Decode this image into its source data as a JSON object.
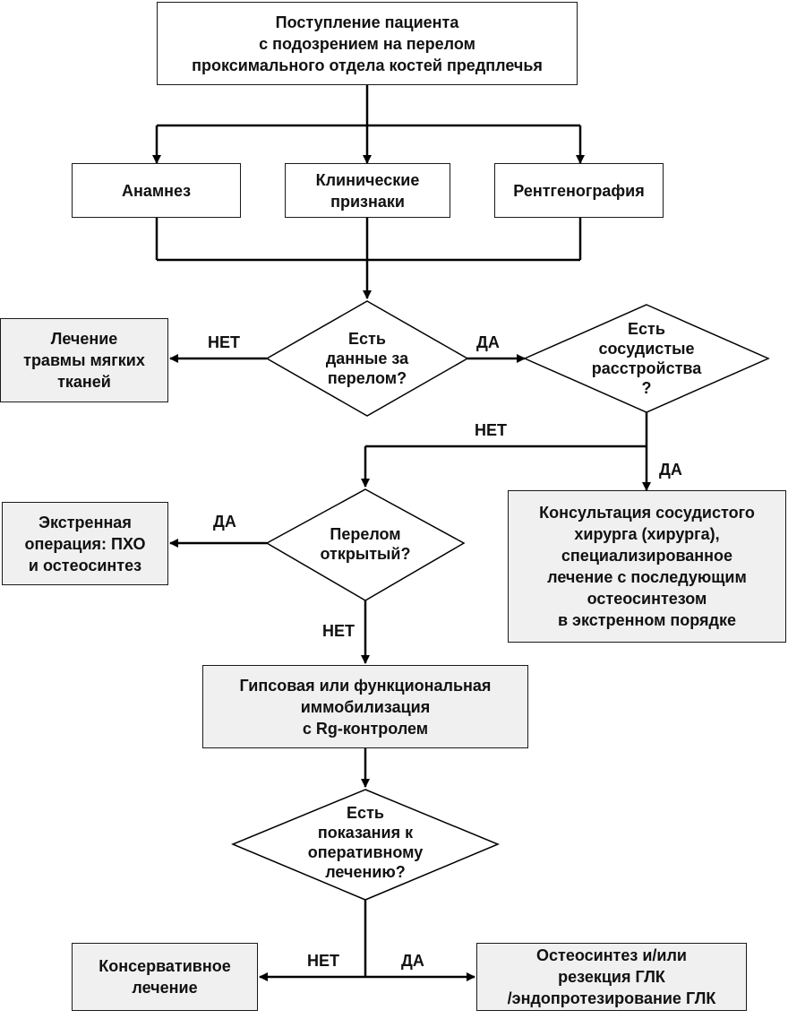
{
  "nodes": {
    "start": "Поступление пациента\nс подозрением на перелом\nпроксимального отдела костей предплечья",
    "anamnesis": "Анамнез",
    "clinical": "Клинические\nпризнаки",
    "xray": "Рентгенография",
    "q_fracture": "Есть\nданные за\nперелом?",
    "soft_tissue": "Лечение\nтравмы мягких\nтканей",
    "q_vascular": "Есть\nсосудистые\nрасстройства\n?",
    "vascular_consult": "Консультация сосудистого\nхирурга (хирурга),\nспециализированное\nлечение с последующим\nостеосинтезом\nв экстренном порядке",
    "q_open": "Перелом\nоткрытый?",
    "emergency_op": "Экстренная\nоперация: ПХО\nи остеосинтез",
    "immobilization": "Гипсовая или функциональная\nиммобилизация\nс Rg-контролем",
    "q_surgery": "Есть\nпоказания к\nоперативному\nлечению?",
    "conservative": "Консервативное\nлечение",
    "osteosynthesis": "Остеосинтез и/или\nрезекция ГЛК\n/эндопротезирование ГЛК"
  },
  "labels": {
    "yes": "ДА",
    "no": "НЕТ"
  }
}
